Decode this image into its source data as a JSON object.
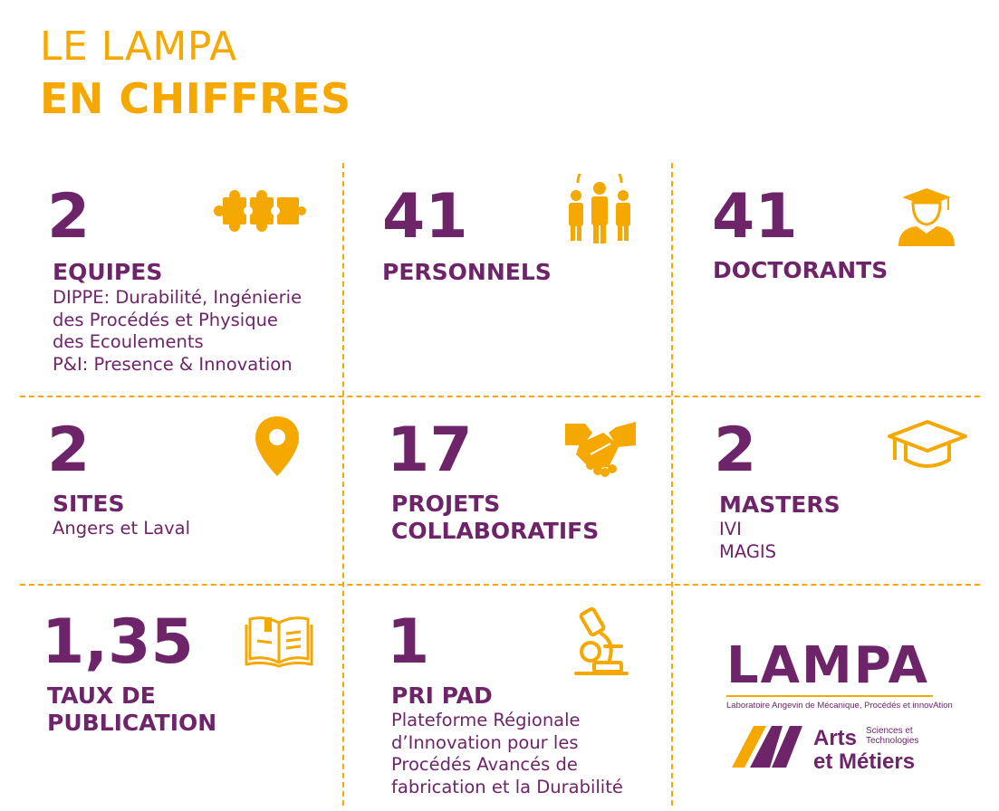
{
  "header": {
    "line1": "LE LAMPA",
    "line2": "EN CHIFFRES"
  },
  "cells": [
    {
      "number": "2",
      "label": "EQUIPES",
      "description": [
        "DIPPE: Durabilité, Ingénierie",
        "des Procédés et Physique",
        "des Ecoulements",
        "P&I: Presence & Innovation"
      ],
      "icon": "puzzle-icon"
    },
    {
      "number": "41",
      "label": "PERSONNELS",
      "icon": "people-group-icon"
    },
    {
      "number": "41",
      "label": "DOCTORANTS",
      "icon": "graduate-icon"
    },
    {
      "number": "2",
      "label": "SITES",
      "description": [
        "Angers et Laval"
      ],
      "icon": "location-pin-icon"
    },
    {
      "number": "17",
      "label": [
        "PROJETS",
        "COLLABORATIFS"
      ],
      "icon": "handshake-icon"
    },
    {
      "number": "2",
      "label": "MASTERS",
      "description": [
        "IVI",
        "MAGIS"
      ],
      "icon": "mortarboard-icon"
    },
    {
      "number": "1,35",
      "label": [
        "TAUX DE",
        "PUBLICATION"
      ],
      "icon": "open-book-icon"
    },
    {
      "number": "1",
      "label": "PRI PAD",
      "description": [
        "Plateforme Régionale",
        "d’Innovation pour les",
        "Procédés Avancés de",
        "fabrication et la Durabilité"
      ],
      "icon": "microscope-icon"
    }
  ],
  "logos": {
    "lampa": {
      "text": "LAMPA",
      "subtitle": "Laboratoire Angevin de Mécanique, Procédés et innovAtion"
    },
    "arts_metiers": {
      "line1": "Arts",
      "line2": "et Métiers",
      "small1": "Sciences et",
      "small2": "Technologies"
    }
  },
  "colors": {
    "accent": "#f5a800",
    "primary": "#6e2469"
  }
}
